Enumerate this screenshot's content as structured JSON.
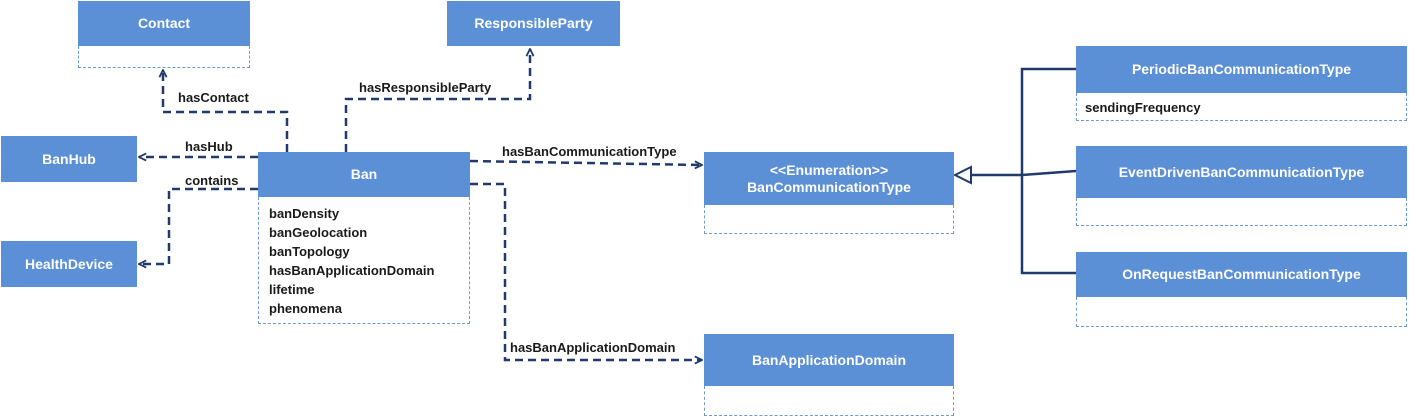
{
  "classes": {
    "contact": {
      "name": "Contact"
    },
    "responsible_party": {
      "name": "ResponsibleParty"
    },
    "ban_hub": {
      "name": "BanHub"
    },
    "health_device": {
      "name": "HealthDevice"
    },
    "ban": {
      "name": "Ban",
      "attributes": [
        "banDensity",
        "banGeolocation",
        "banTopology",
        "hasBanApplicationDomain",
        "lifetime",
        "phenomena"
      ]
    },
    "ban_communication_type": {
      "stereotype": "<<Enumeration>>",
      "name": "BanCommunicationType"
    },
    "ban_application_domain": {
      "name": "BanApplicationDomain"
    },
    "periodic": {
      "name": "PeriodicBanCommunicationType",
      "attributes": [
        "sendingFrequency"
      ]
    },
    "event_driven": {
      "name": "EventDrivenBanCommunicationType"
    },
    "on_request": {
      "name": "OnRequestBanCommunicationType"
    }
  },
  "relations": {
    "has_contact": "hasContact",
    "has_responsible_party": "hasResponsibleParty",
    "has_hub": "hasHub",
    "contains": "contains",
    "has_ban_communication_type": "hasBanCommunicationType",
    "has_ban_application_domain": "hasBanApplicationDomain"
  },
  "colors": {
    "header": "#5b8fd6",
    "edge": "#1f3a6b",
    "body_border": "#6c99cf"
  }
}
